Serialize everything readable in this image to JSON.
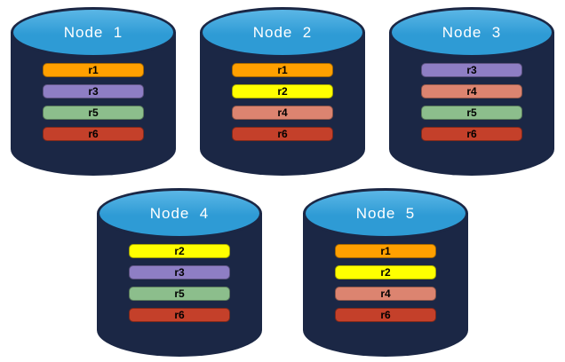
{
  "palette": {
    "background": "#FFFFFF",
    "cylinder_body": "#1B2745",
    "cylinder_top_fill": "#2E9BD5",
    "cylinder_top_highlight": "#5BB7E6",
    "node_title_color": "#FFFFFF",
    "bar_label_color": "#000000"
  },
  "replica_colors": {
    "r1": "#FFA000",
    "r2": "#FFFF00",
    "r3": "#8E7EC4",
    "r4": "#DC8470",
    "r5": "#8CBE8C",
    "r6": "#C4402A"
  },
  "rows": [
    {
      "nodes": [
        {
          "title": "Node  1",
          "replicas": [
            "r1",
            "r3",
            "r5",
            "r6"
          ]
        },
        {
          "title": "Node  2",
          "replicas": [
            "r1",
            "r2",
            "r4",
            "r6"
          ]
        },
        {
          "title": "Node  3",
          "replicas": [
            "r3",
            "r4",
            "r5",
            "r6"
          ]
        }
      ]
    },
    {
      "nodes": [
        {
          "title": "Node  4",
          "replicas": [
            "r2",
            "r3",
            "r5",
            "r6"
          ]
        },
        {
          "title": "Node  5",
          "replicas": [
            "r1",
            "r2",
            "r4",
            "r6"
          ]
        }
      ]
    }
  ]
}
